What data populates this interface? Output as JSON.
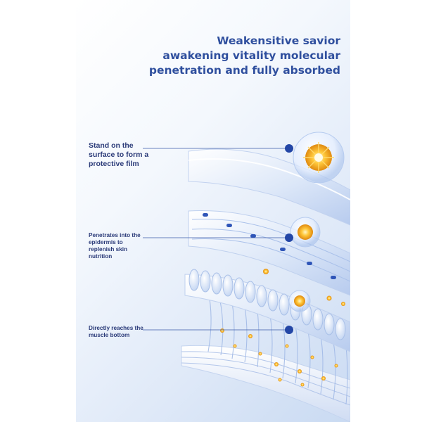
{
  "headline": {
    "line1": "Weakensitive savior",
    "line2": "awakening vitality molecular",
    "line3": "penetration and fully absorbed"
  },
  "callouts": {
    "surface": {
      "line1": "Stand on the",
      "line2": "surface to form a",
      "line3": "protective film"
    },
    "epidermis": {
      "line1": "Penetrates into the",
      "line2": "epidermis to",
      "line3": "replenish skin",
      "line4": "nutrition"
    },
    "muscle": {
      "line1": "Directly reaches the",
      "line2": "muscle bottom"
    }
  },
  "colors": {
    "headline": "#2f4f9e",
    "label": "#2a3a78",
    "marker_dot": "#2346a6",
    "leader_line": "#3a5aa8",
    "molecule_core": "#f0a020",
    "layer_highlight": "#ffffff",
    "layer_shade": "#b9cdee"
  },
  "icons": {
    "molecule": "golden-molecule-sphere",
    "marker": "blue-dot-marker"
  }
}
